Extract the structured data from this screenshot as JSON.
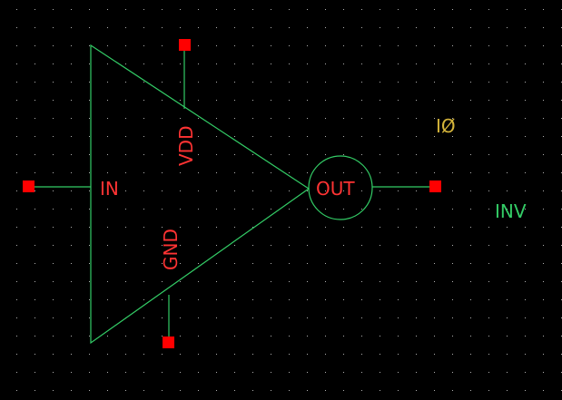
{
  "schematic": {
    "cell_name": "INV",
    "instance_name": "IØ",
    "pins": {
      "in": "IN",
      "out": "OUT",
      "vdd": "VDD",
      "gnd": "GND"
    }
  },
  "colors": {
    "background": "#000000",
    "body": "#33cc66",
    "pin": "#ff0000",
    "pin_label": "#ff3333",
    "instance_label": "#d4b43a",
    "cell_label": "#33cc66",
    "grid": "#b0b0b0"
  },
  "icons": {
    "pin_marker": "red-square-pin-icon",
    "bubble": "inverter-output-bubble"
  }
}
